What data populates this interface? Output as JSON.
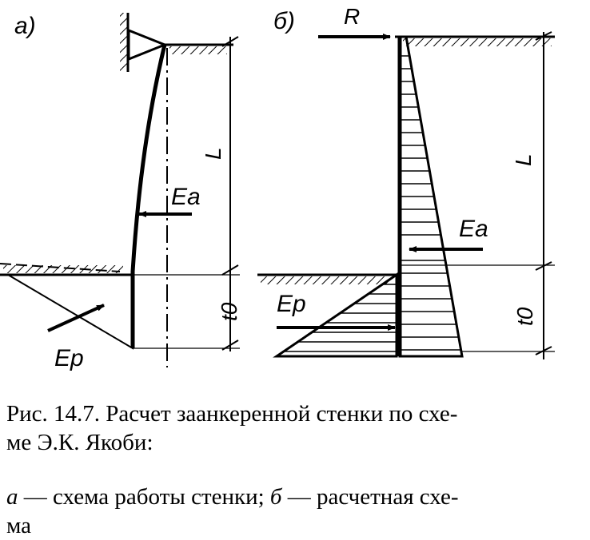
{
  "figure": {
    "panel_a": {
      "tag": "а)",
      "labels": {
        "length": "L",
        "active_pressure": "Ea",
        "passive_pressure": "Ep",
        "embedment": "t0"
      }
    },
    "panel_b": {
      "tag": "б)",
      "labels": {
        "anchor_force": "R",
        "length": "L",
        "active_pressure": "Ea",
        "passive_pressure": "Ep",
        "embedment": "t0"
      }
    }
  },
  "caption": {
    "line1": "Рис. 14.7. Расчет заанкеренной стенки по схе-",
    "line2": "ме Э.К. Якоби:",
    "item_a_key": "а",
    "item_a_text": " — схема работы стенки; ",
    "item_b_key": "б",
    "item_b_text": " — расчетная схе-",
    "line4": "ма"
  }
}
